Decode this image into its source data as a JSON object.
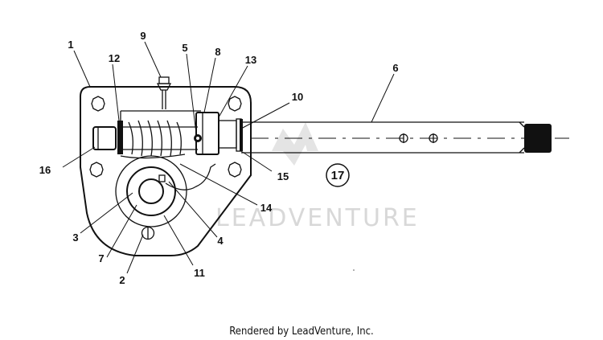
{
  "diagram": {
    "callouts": {
      "c1": "1",
      "c2": "2",
      "c3": "3",
      "c4": "4",
      "c5": "5",
      "c6": "6",
      "c7": "7",
      "c8": "8",
      "c9": "9",
      "c10": "10",
      "c11": "11",
      "c12": "12",
      "c13": "13",
      "c14": "14",
      "c15": "15",
      "c16": "16",
      "c17": "17"
    },
    "watermark_text": "LEADVENTURE",
    "footer_text": "Rendered by LeadVenture, Inc."
  }
}
